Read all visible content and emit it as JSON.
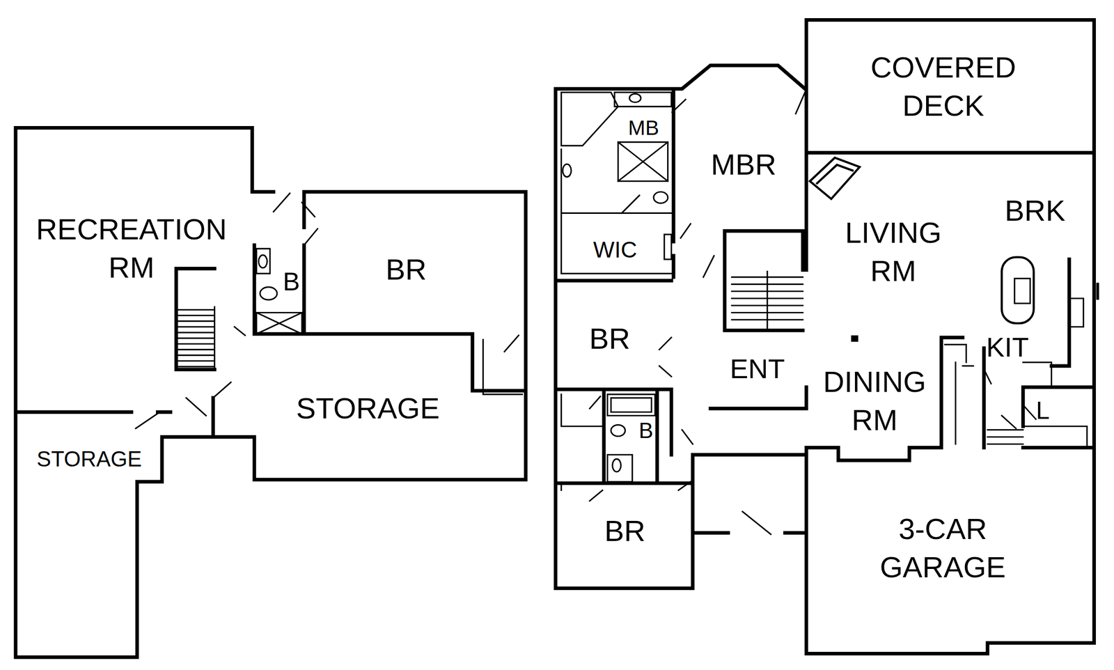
{
  "diagram": {
    "labels": [
      "RECREATION RM",
      "B",
      "BR",
      "STORAGE",
      "STORAGE",
      "COVERED DECK",
      "MB",
      "MBR",
      "BRK",
      "LIVING RM",
      "WIC",
      "BR",
      "KIT",
      "ENT",
      "DINING RM",
      "L",
      "B",
      "BR",
      "3-CAR GARAGE"
    ]
  }
}
